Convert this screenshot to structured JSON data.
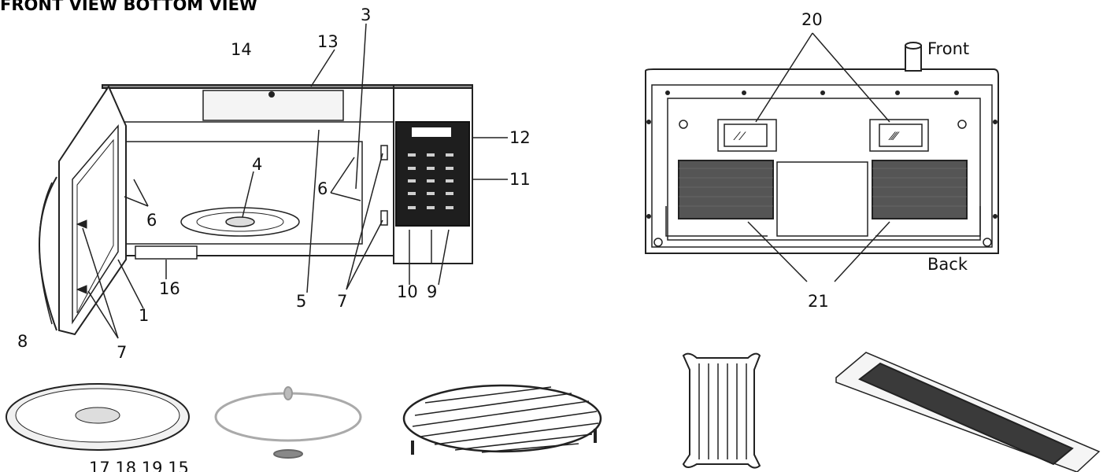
{
  "header": {
    "title": "FRONT VIEW BOTTOM VIEW"
  },
  "front_callouts": {
    "c1": "1",
    "c3": "3",
    "c4": "4",
    "c5": "5",
    "c6a": "6",
    "c6b": "6",
    "c7a": "7",
    "c7b": "7",
    "c8": "8",
    "c9": "9",
    "c10": "10",
    "c11": "11",
    "c12": "12",
    "c13": "13",
    "c14": "14",
    "c16": "16"
  },
  "bottom_view": {
    "c20": "20",
    "c21": "21",
    "front_label": "Front",
    "back_label": "Back"
  },
  "accessories": {
    "label": "17 18 19 15"
  }
}
